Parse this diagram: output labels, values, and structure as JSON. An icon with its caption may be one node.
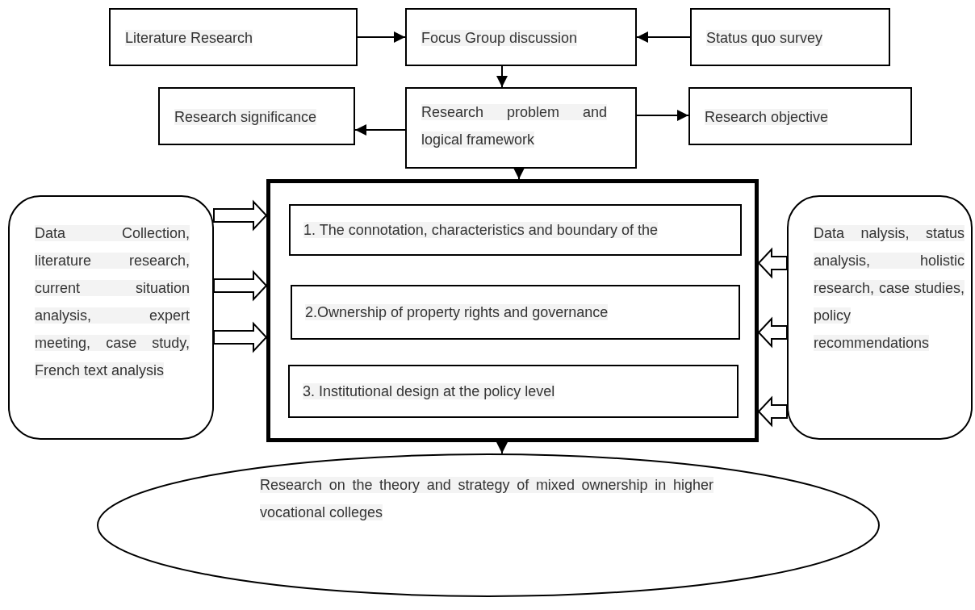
{
  "diagram": {
    "nodes": [
      {
        "text": [
          "Literature Research"
        ]
      },
      {
        "text": [
          "Focus Group discussion"
        ]
      },
      {
        "text": [
          "Status quo survey"
        ]
      },
      {
        "text": [
          "Research significance"
        ]
      },
      {
        "text": [
          "Research problem and logical framework"
        ]
      },
      {
        "text": [
          "Research objective"
        ]
      },
      {
        "text": [],
        "shape": "box"
      },
      {
        "text": [
          "1. The connotation, characteristics and boundary of the"
        ],
        "in": 6
      },
      {
        "text": [
          "2.Ownership of property rights and governance"
        ],
        "in": 6
      },
      {
        "text": [
          "3. Institutional design at the policy level"
        ],
        "in": 6
      },
      {
        "text": [
          "Data Collection, literature research, current situation analysis, expert meeting, case study, French text analysis"
        ]
      },
      {
        "text": [
          "Data nalysis, status analysis, holistic research, case studies, policy recommendations"
        ]
      },
      {
        "text": [
          "Research on the theory and strategy of mixed ownership in higher vocational colleges"
        ]
      }
    ],
    "edges": [
      {
        "from": 0,
        "to": 1,
        "arrow": "to"
      },
      {
        "from": 2,
        "to": 1,
        "arrow": "to"
      },
      {
        "from": 1,
        "to": 4,
        "arrow": "to"
      },
      {
        "from": 4,
        "to": 3,
        "arrow": "to"
      },
      {
        "from": 4,
        "to": 5,
        "arrow": "to"
      },
      {
        "from": 4,
        "to": 6,
        "arrow": "to"
      },
      {
        "from": 10,
        "to": 6,
        "arrow": "to",
        "style": "thick"
      },
      {
        "from": 10,
        "to": 6,
        "arrow": "to",
        "style": "thick"
      },
      {
        "from": 10,
        "to": 6,
        "arrow": "to",
        "style": "thick"
      },
      {
        "from": 11,
        "to": 6,
        "arrow": "to",
        "style": "thick"
      },
      {
        "from": 11,
        "to": 6,
        "arrow": "to",
        "style": "thick"
      },
      {
        "from": 11,
        "to": 6,
        "arrow": "to",
        "style": "thick"
      },
      {
        "from": 6,
        "to": 12,
        "arrow": "to"
      }
    ]
  }
}
